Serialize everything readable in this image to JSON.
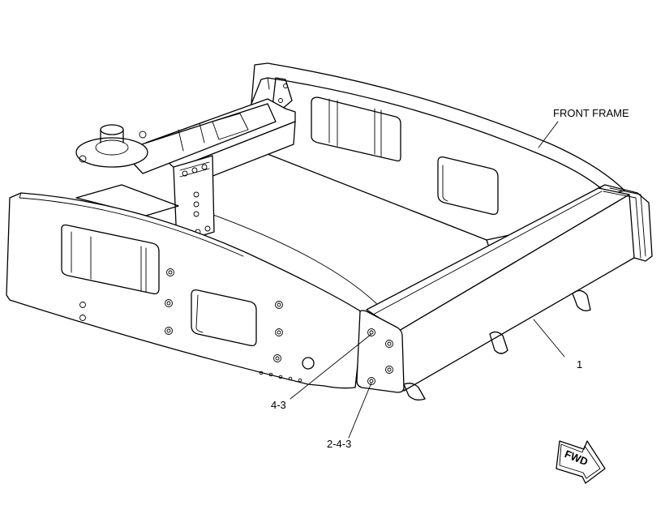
{
  "callouts": {
    "front_frame": "FRONT FRAME",
    "item_1": "1",
    "item_4_3": "4-3",
    "item_2_4_3": "2-4-3"
  },
  "direction_arrow": {
    "label": "FWD"
  }
}
